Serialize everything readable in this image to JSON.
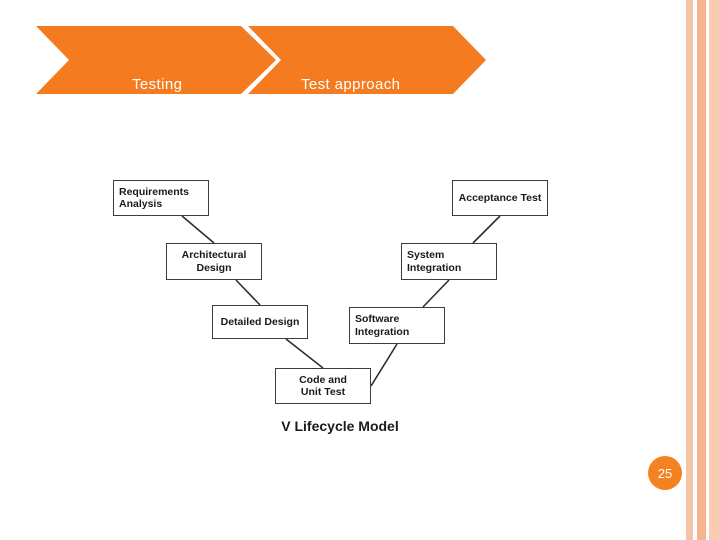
{
  "slide": {
    "banner": {
      "segment1": "Testing",
      "segment2": "Test approach",
      "color": "#f47b20"
    },
    "page_number": "25"
  },
  "diagram": {
    "title": "V Lifecycle Model",
    "nodes": [
      {
        "id": "requirements-analysis",
        "label": "Requirements\nAnalysis",
        "line1": "Requirements",
        "line2": "Analysis"
      },
      {
        "id": "architectural-design",
        "label": "Architectural\nDesign",
        "line1": "Architectural",
        "line2": "Design"
      },
      {
        "id": "detailed-design",
        "label": "Detailed Design",
        "line1": "Detailed Design",
        "line2": ""
      },
      {
        "id": "code-and-unit-test",
        "label": "Code and\nUnit Test",
        "line1": "Code and",
        "line2": "Unit Test"
      },
      {
        "id": "software-integration",
        "label": "Software\nIntegration",
        "line1": "Software",
        "line2": "Integration"
      },
      {
        "id": "system-integration",
        "label": "System\nIntegration",
        "line1": "System",
        "line2": "Integration"
      },
      {
        "id": "acceptance-test",
        "label": "Acceptance Test",
        "line1": "Acceptance Test",
        "line2": ""
      }
    ],
    "connections": [
      "requirements-analysis -> architectural-design",
      "architectural-design -> detailed-design",
      "detailed-design -> code-and-unit-test",
      "code-and-unit-test -> software-integration",
      "software-integration -> system-integration",
      "system-integration -> acceptance-test"
    ]
  }
}
